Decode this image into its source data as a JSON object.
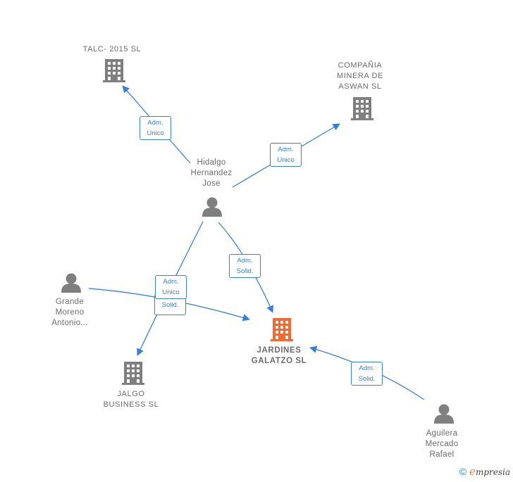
{
  "nodes": {
    "talc": {
      "label": "TALC- 2015  SL",
      "type": "company"
    },
    "compania": {
      "label": "COMPAÑIA\nMINERA DE\nASWAN  SL",
      "type": "company"
    },
    "hidalgo": {
      "label": "Hidalgo\nHernandez\nJose",
      "type": "person"
    },
    "grande": {
      "label": "Grande\nMoreno\nAntonio...",
      "type": "person"
    },
    "jardines": {
      "label": "JARDINES\nGALATZO  SL",
      "type": "company-main"
    },
    "jalgo": {
      "label": "JALGO\nBUSINESS  SL",
      "type": "company"
    },
    "aguilera": {
      "label": "Aguilera\nMercado\nRafael",
      "type": "person"
    }
  },
  "relations": [
    {
      "from": "hidalgo",
      "to": "talc",
      "label": "Adm.\nUnico"
    },
    {
      "from": "hidalgo",
      "to": "compania",
      "label": "Adm.\nUnico"
    },
    {
      "from": "hidalgo",
      "to": "jardines",
      "label": "Adm.\nSolid."
    },
    {
      "from": "hidalgo",
      "to": "jalgo",
      "label": "Adm.\nUnico"
    },
    {
      "from": "grande",
      "to": "jardines",
      "label": "Solid."
    },
    {
      "from": "aguilera",
      "to": "jardines",
      "label": "Adm.\nSolid."
    }
  ],
  "colors": {
    "edge": "#3a7fd5",
    "icon": "#7f7f7f",
    "main_icon": "#f06a35",
    "label": "#6b6b6b"
  },
  "icons": {
    "company": "building-icon",
    "person": "person-icon"
  },
  "footer": {
    "copyright": "©",
    "brand_e": "e",
    "brand_rest": "mpresia"
  }
}
